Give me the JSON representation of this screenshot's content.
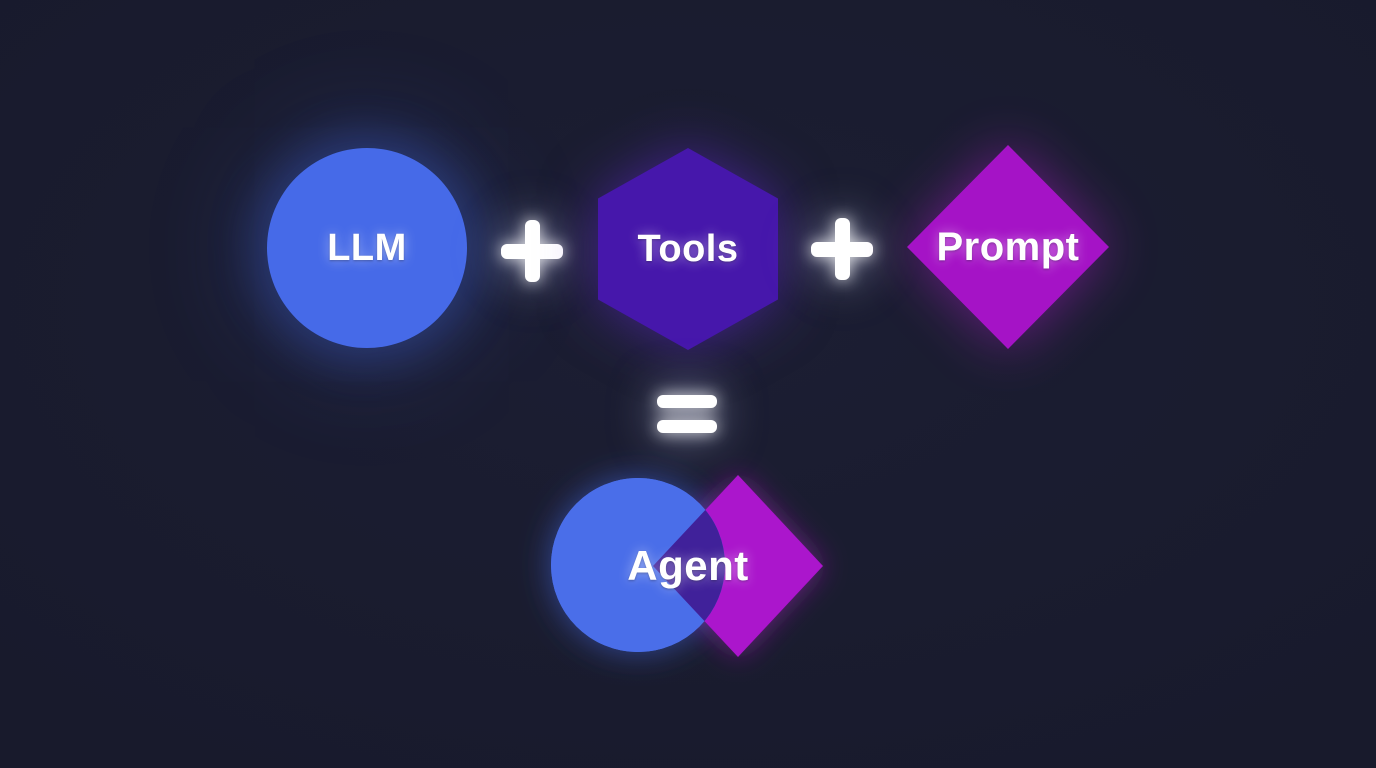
{
  "diagram": {
    "title": "Agent formula diagram",
    "formula": {
      "llm": {
        "label": "LLM",
        "shape": "circle",
        "color": "#466ae8"
      },
      "tools": {
        "label": "Tools",
        "shape": "hexagon",
        "color": "#4617ab"
      },
      "prompt": {
        "label": "Prompt",
        "shape": "diamond",
        "color": "#a513c6"
      },
      "agent": {
        "label": "Agent",
        "shape": "circle-diamond-overlap",
        "circle_color": "#4a6ee9",
        "diamond_color": "#ab12cc",
        "overlap_color": "#40219a"
      }
    },
    "operators": {
      "plus": "+",
      "equals": "="
    },
    "colors": {
      "background": "#181a2c",
      "text": "#ffffff"
    }
  }
}
